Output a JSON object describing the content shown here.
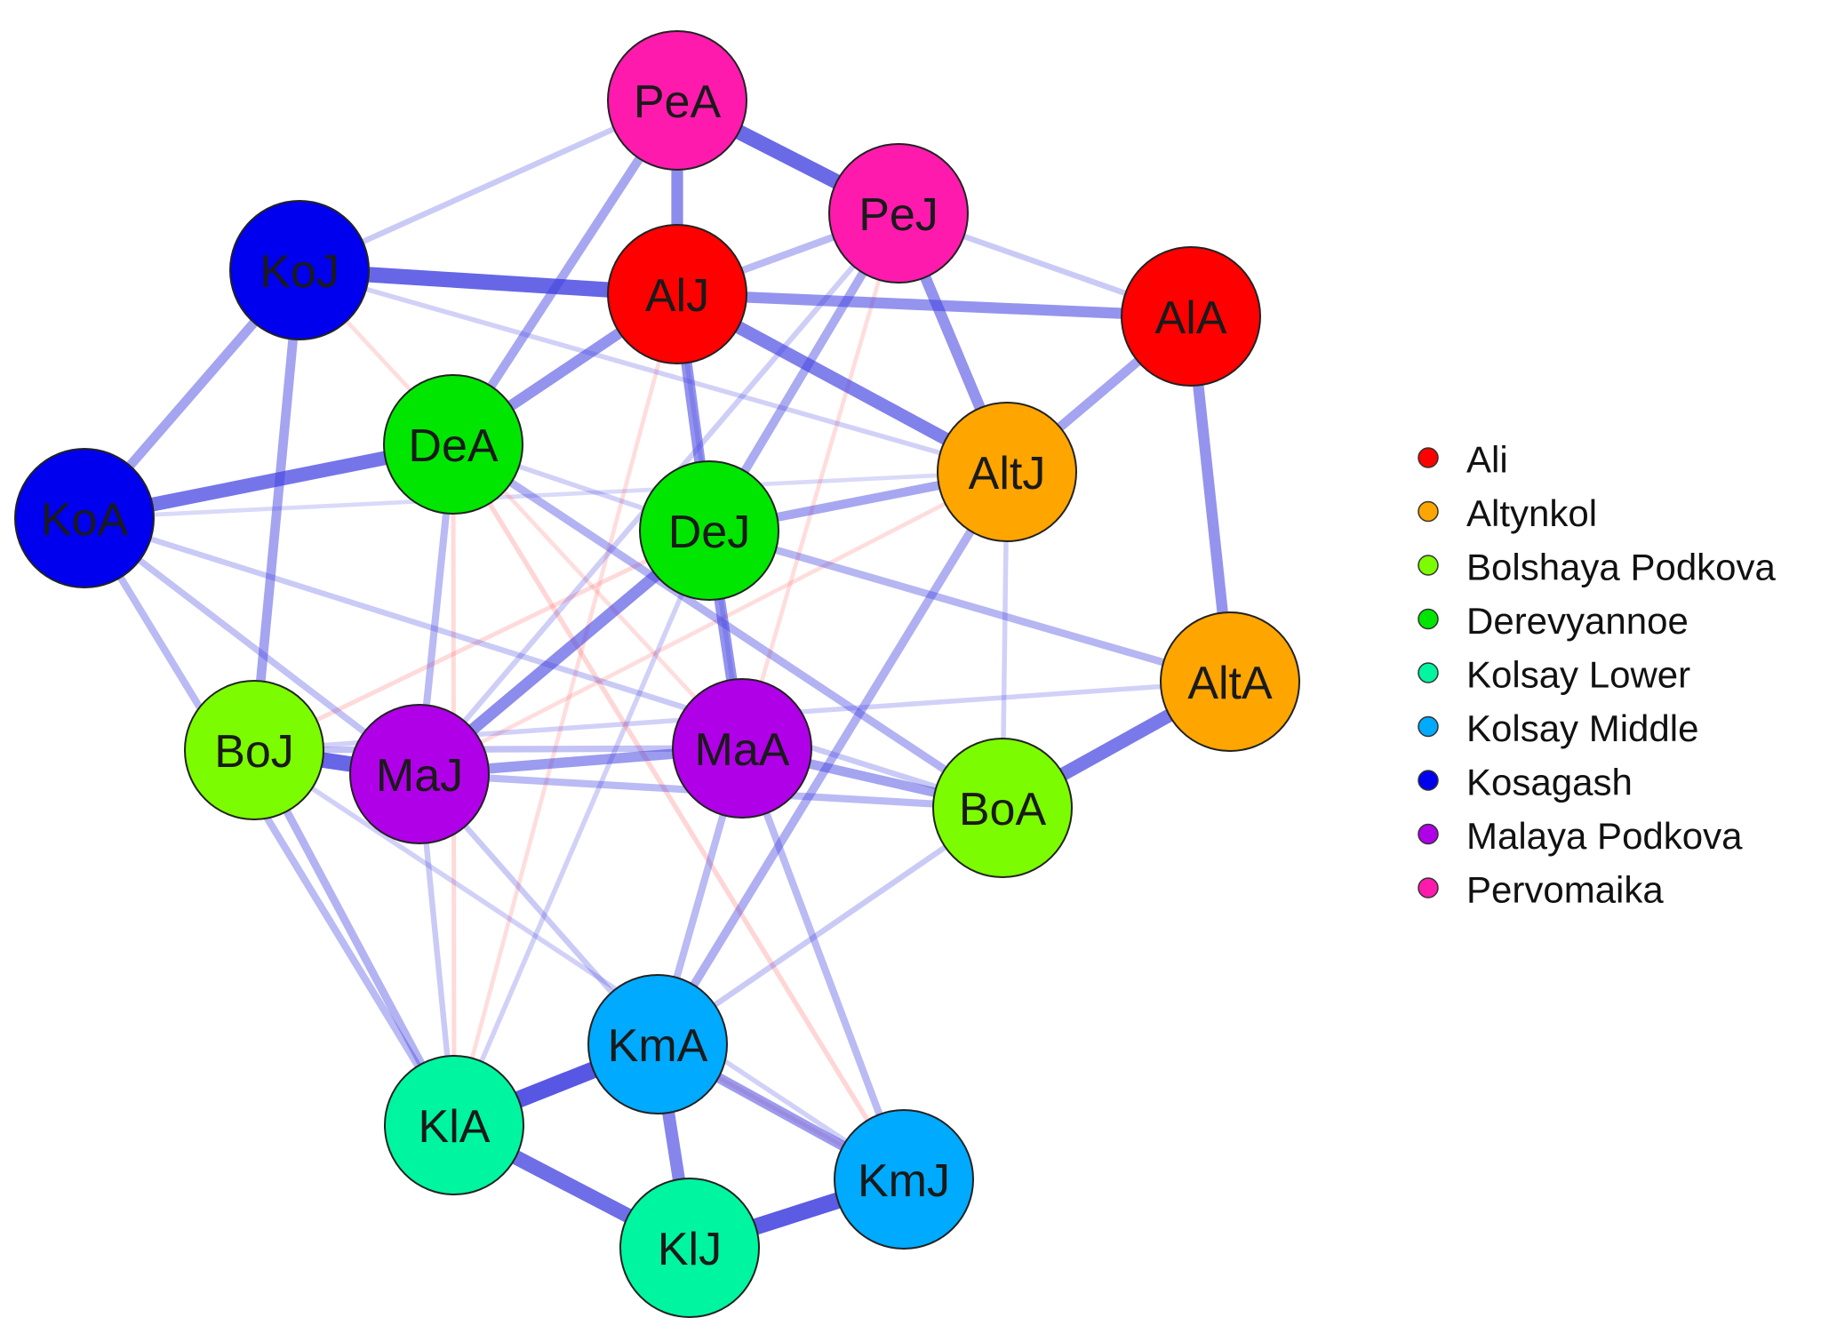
{
  "legend": {
    "items": [
      {
        "label": "Ali",
        "color": "#FF0000"
      },
      {
        "label": "Altynkol",
        "color": "#FFA500"
      },
      {
        "label": "Bolshaya Podkova",
        "color": "#7CFC00"
      },
      {
        "label": "Derevyannoe",
        "color": "#00E600"
      },
      {
        "label": "Kolsay Lower",
        "color": "#00F5A0"
      },
      {
        "label": "Kolsay Middle",
        "color": "#00AAFF"
      },
      {
        "label": "Kosagash",
        "color": "#0000EE"
      },
      {
        "label": "Malaya Podkova",
        "color": "#B000E8"
      },
      {
        "label": "Pervomaika",
        "color": "#FF1AAE"
      }
    ]
  },
  "edge_colors": {
    "positive": "#4040E0",
    "negative": "#FF6060"
  },
  "nodes": [
    {
      "id": "PeA",
      "label": "PeA",
      "group": "Pervomaika"
    },
    {
      "id": "PeJ",
      "label": "PeJ",
      "group": "Pervomaika"
    },
    {
      "id": "KoJ",
      "label": "KoJ",
      "group": "Kosagash"
    },
    {
      "id": "AlJ",
      "label": "AlJ",
      "group": "Ali"
    },
    {
      "id": "AlA",
      "label": "AlA",
      "group": "Ali"
    },
    {
      "id": "DeA",
      "label": "DeA",
      "group": "Derevyannoe"
    },
    {
      "id": "KoA",
      "label": "KoA",
      "group": "Kosagash"
    },
    {
      "id": "AltJ",
      "label": "AltJ",
      "group": "Altynkol"
    },
    {
      "id": "DeJ",
      "label": "DeJ",
      "group": "Derevyannoe"
    },
    {
      "id": "AltA",
      "label": "AltA",
      "group": "Altynkol"
    },
    {
      "id": "BoJ",
      "label": "BoJ",
      "group": "Bolshaya Podkova"
    },
    {
      "id": "MaJ",
      "label": "MaJ",
      "group": "Malaya Podkova"
    },
    {
      "id": "MaA",
      "label": "MaA",
      "group": "Malaya Podkova"
    },
    {
      "id": "BoA",
      "label": "BoA",
      "group": "Bolshaya Podkova"
    },
    {
      "id": "KmA",
      "label": "KmA",
      "group": "Kolsay Middle"
    },
    {
      "id": "KlA",
      "label": "KlA",
      "group": "Kolsay Lower"
    },
    {
      "id": "KmJ",
      "label": "KmJ",
      "group": "Kolsay Middle"
    },
    {
      "id": "KlJ",
      "label": "KlJ",
      "group": "Kolsay Lower"
    }
  ],
  "edges": [
    {
      "source": "KlA",
      "target": "KmA",
      "weight": 0.95,
      "sign": "positive"
    },
    {
      "source": "KlJ",
      "target": "KmJ",
      "weight": 0.92,
      "sign": "positive"
    },
    {
      "source": "KlA",
      "target": "KlJ",
      "weight": 0.8,
      "sign": "positive"
    },
    {
      "source": "KmA",
      "target": "KlJ",
      "weight": 0.65,
      "sign": "positive"
    },
    {
      "source": "KmA",
      "target": "KmJ",
      "weight": 0.5,
      "sign": "positive"
    },
    {
      "source": "KoJ",
      "target": "AlJ",
      "weight": 0.85,
      "sign": "positive"
    },
    {
      "source": "PeA",
      "target": "PeJ",
      "weight": 0.82,
      "sign": "positive"
    },
    {
      "source": "BoJ",
      "target": "MaJ",
      "weight": 0.85,
      "sign": "positive"
    },
    {
      "source": "KoA",
      "target": "DeA",
      "weight": 0.75,
      "sign": "positive"
    },
    {
      "source": "AltA",
      "target": "BoA",
      "weight": 0.72,
      "sign": "positive"
    },
    {
      "source": "AlJ",
      "target": "AltJ",
      "weight": 0.68,
      "sign": "positive"
    },
    {
      "source": "PeA",
      "target": "AlJ",
      "weight": 0.6,
      "sign": "positive"
    },
    {
      "source": "AlJ",
      "target": "DeA",
      "weight": 0.55,
      "sign": "positive"
    },
    {
      "source": "AlJ",
      "target": "AlA",
      "weight": 0.55,
      "sign": "positive"
    },
    {
      "source": "PeJ",
      "target": "AltJ",
      "weight": 0.55,
      "sign": "positive"
    },
    {
      "source": "AlA",
      "target": "AltA",
      "weight": 0.55,
      "sign": "positive"
    },
    {
      "source": "AlA",
      "target": "AltJ",
      "weight": 0.45,
      "sign": "positive"
    },
    {
      "source": "AlJ",
      "target": "DeJ",
      "weight": 0.55,
      "sign": "positive"
    },
    {
      "source": "DeJ",
      "target": "MaJ",
      "weight": 0.6,
      "sign": "positive"
    },
    {
      "source": "DeJ",
      "target": "MaA",
      "weight": 0.55,
      "sign": "positive"
    },
    {
      "source": "MaJ",
      "target": "MaA",
      "weight": 0.5,
      "sign": "positive"
    },
    {
      "source": "MaA",
      "target": "BoA",
      "weight": 0.45,
      "sign": "positive"
    },
    {
      "source": "KoJ",
      "target": "KoA",
      "weight": 0.45,
      "sign": "positive"
    },
    {
      "source": "KoJ",
      "target": "BoJ",
      "weight": 0.45,
      "sign": "positive"
    },
    {
      "source": "DeJ",
      "target": "AltJ",
      "weight": 0.42,
      "sign": "positive"
    },
    {
      "source": "PeA",
      "target": "DeA",
      "weight": 0.42,
      "sign": "positive"
    },
    {
      "source": "PeJ",
      "target": "DeJ",
      "weight": 0.4,
      "sign": "positive"
    },
    {
      "source": "AltJ",
      "target": "KmA",
      "weight": 0.38,
      "sign": "positive"
    },
    {
      "source": "DeA",
      "target": "BoA",
      "weight": 0.35,
      "sign": "positive"
    },
    {
      "source": "BoJ",
      "target": "KlA",
      "weight": 0.35,
      "sign": "positive"
    },
    {
      "source": "DeJ",
      "target": "AltA",
      "weight": 0.32,
      "sign": "positive"
    },
    {
      "source": "KoA",
      "target": "KlA",
      "weight": 0.3,
      "sign": "positive"
    },
    {
      "source": "MaA",
      "target": "KmA",
      "weight": 0.3,
      "sign": "positive"
    },
    {
      "source": "MaA",
      "target": "KmJ",
      "weight": 0.3,
      "sign": "positive"
    },
    {
      "source": "DeA",
      "target": "MaJ",
      "weight": 0.3,
      "sign": "positive"
    },
    {
      "source": "MaJ",
      "target": "BoA",
      "weight": 0.3,
      "sign": "positive"
    },
    {
      "source": "PeJ",
      "target": "AlJ",
      "weight": 0.3,
      "sign": "positive"
    },
    {
      "source": "KoJ",
      "target": "PeA",
      "weight": 0.2,
      "sign": "positive"
    },
    {
      "source": "PeJ",
      "target": "AlA",
      "weight": 0.2,
      "sign": "positive"
    },
    {
      "source": "KoA",
      "target": "MaJ",
      "weight": 0.25,
      "sign": "positive"
    },
    {
      "source": "KoA",
      "target": "BoA",
      "weight": 0.2,
      "sign": "positive"
    },
    {
      "source": "MaJ",
      "target": "KmA",
      "weight": 0.2,
      "sign": "positive"
    },
    {
      "source": "BoJ",
      "target": "MaA",
      "weight": 0.25,
      "sign": "positive"
    },
    {
      "source": "BoJ",
      "target": "AltA",
      "weight": 0.15,
      "sign": "positive"
    },
    {
      "source": "DeA",
      "target": "DeJ",
      "weight": 0.15,
      "sign": "positive"
    },
    {
      "source": "BoA",
      "target": "KmA",
      "weight": 0.2,
      "sign": "positive"
    },
    {
      "source": "BoJ",
      "target": "KmJ",
      "weight": 0.15,
      "sign": "positive"
    },
    {
      "source": "KoJ",
      "target": "AltJ",
      "weight": 0.15,
      "sign": "positive"
    },
    {
      "source": "MaJ",
      "target": "KlA",
      "weight": 0.2,
      "sign": "positive"
    },
    {
      "source": "AlJ",
      "target": "MaA",
      "weight": 0.15,
      "sign": "positive"
    },
    {
      "source": "PeJ",
      "target": "MaJ",
      "weight": 0.18,
      "sign": "positive"
    },
    {
      "source": "DeJ",
      "target": "KlA",
      "weight": 0.15,
      "sign": "positive"
    },
    {
      "source": "AltJ",
      "target": "BoA",
      "weight": 0.15,
      "sign": "positive"
    },
    {
      "source": "KoA",
      "target": "AltJ",
      "weight": 0.1,
      "sign": "positive"
    },
    {
      "source": "DeA",
      "target": "KmJ",
      "weight": 0.15,
      "sign": "negative"
    },
    {
      "source": "DeA",
      "target": "KlA",
      "weight": 0.12,
      "sign": "negative"
    },
    {
      "source": "BoJ",
      "target": "DeJ",
      "weight": 0.12,
      "sign": "negative"
    },
    {
      "source": "MaJ",
      "target": "AltJ",
      "weight": 0.1,
      "sign": "negative"
    },
    {
      "source": "KoJ",
      "target": "MaA",
      "weight": 0.1,
      "sign": "negative"
    },
    {
      "source": "KmA",
      "target": "KmJ",
      "weight": 0.1,
      "sign": "negative"
    },
    {
      "source": "AlJ",
      "target": "KlA",
      "weight": 0.1,
      "sign": "negative"
    },
    {
      "source": "PeJ",
      "target": "MaA",
      "weight": 0.1,
      "sign": "negative"
    }
  ]
}
